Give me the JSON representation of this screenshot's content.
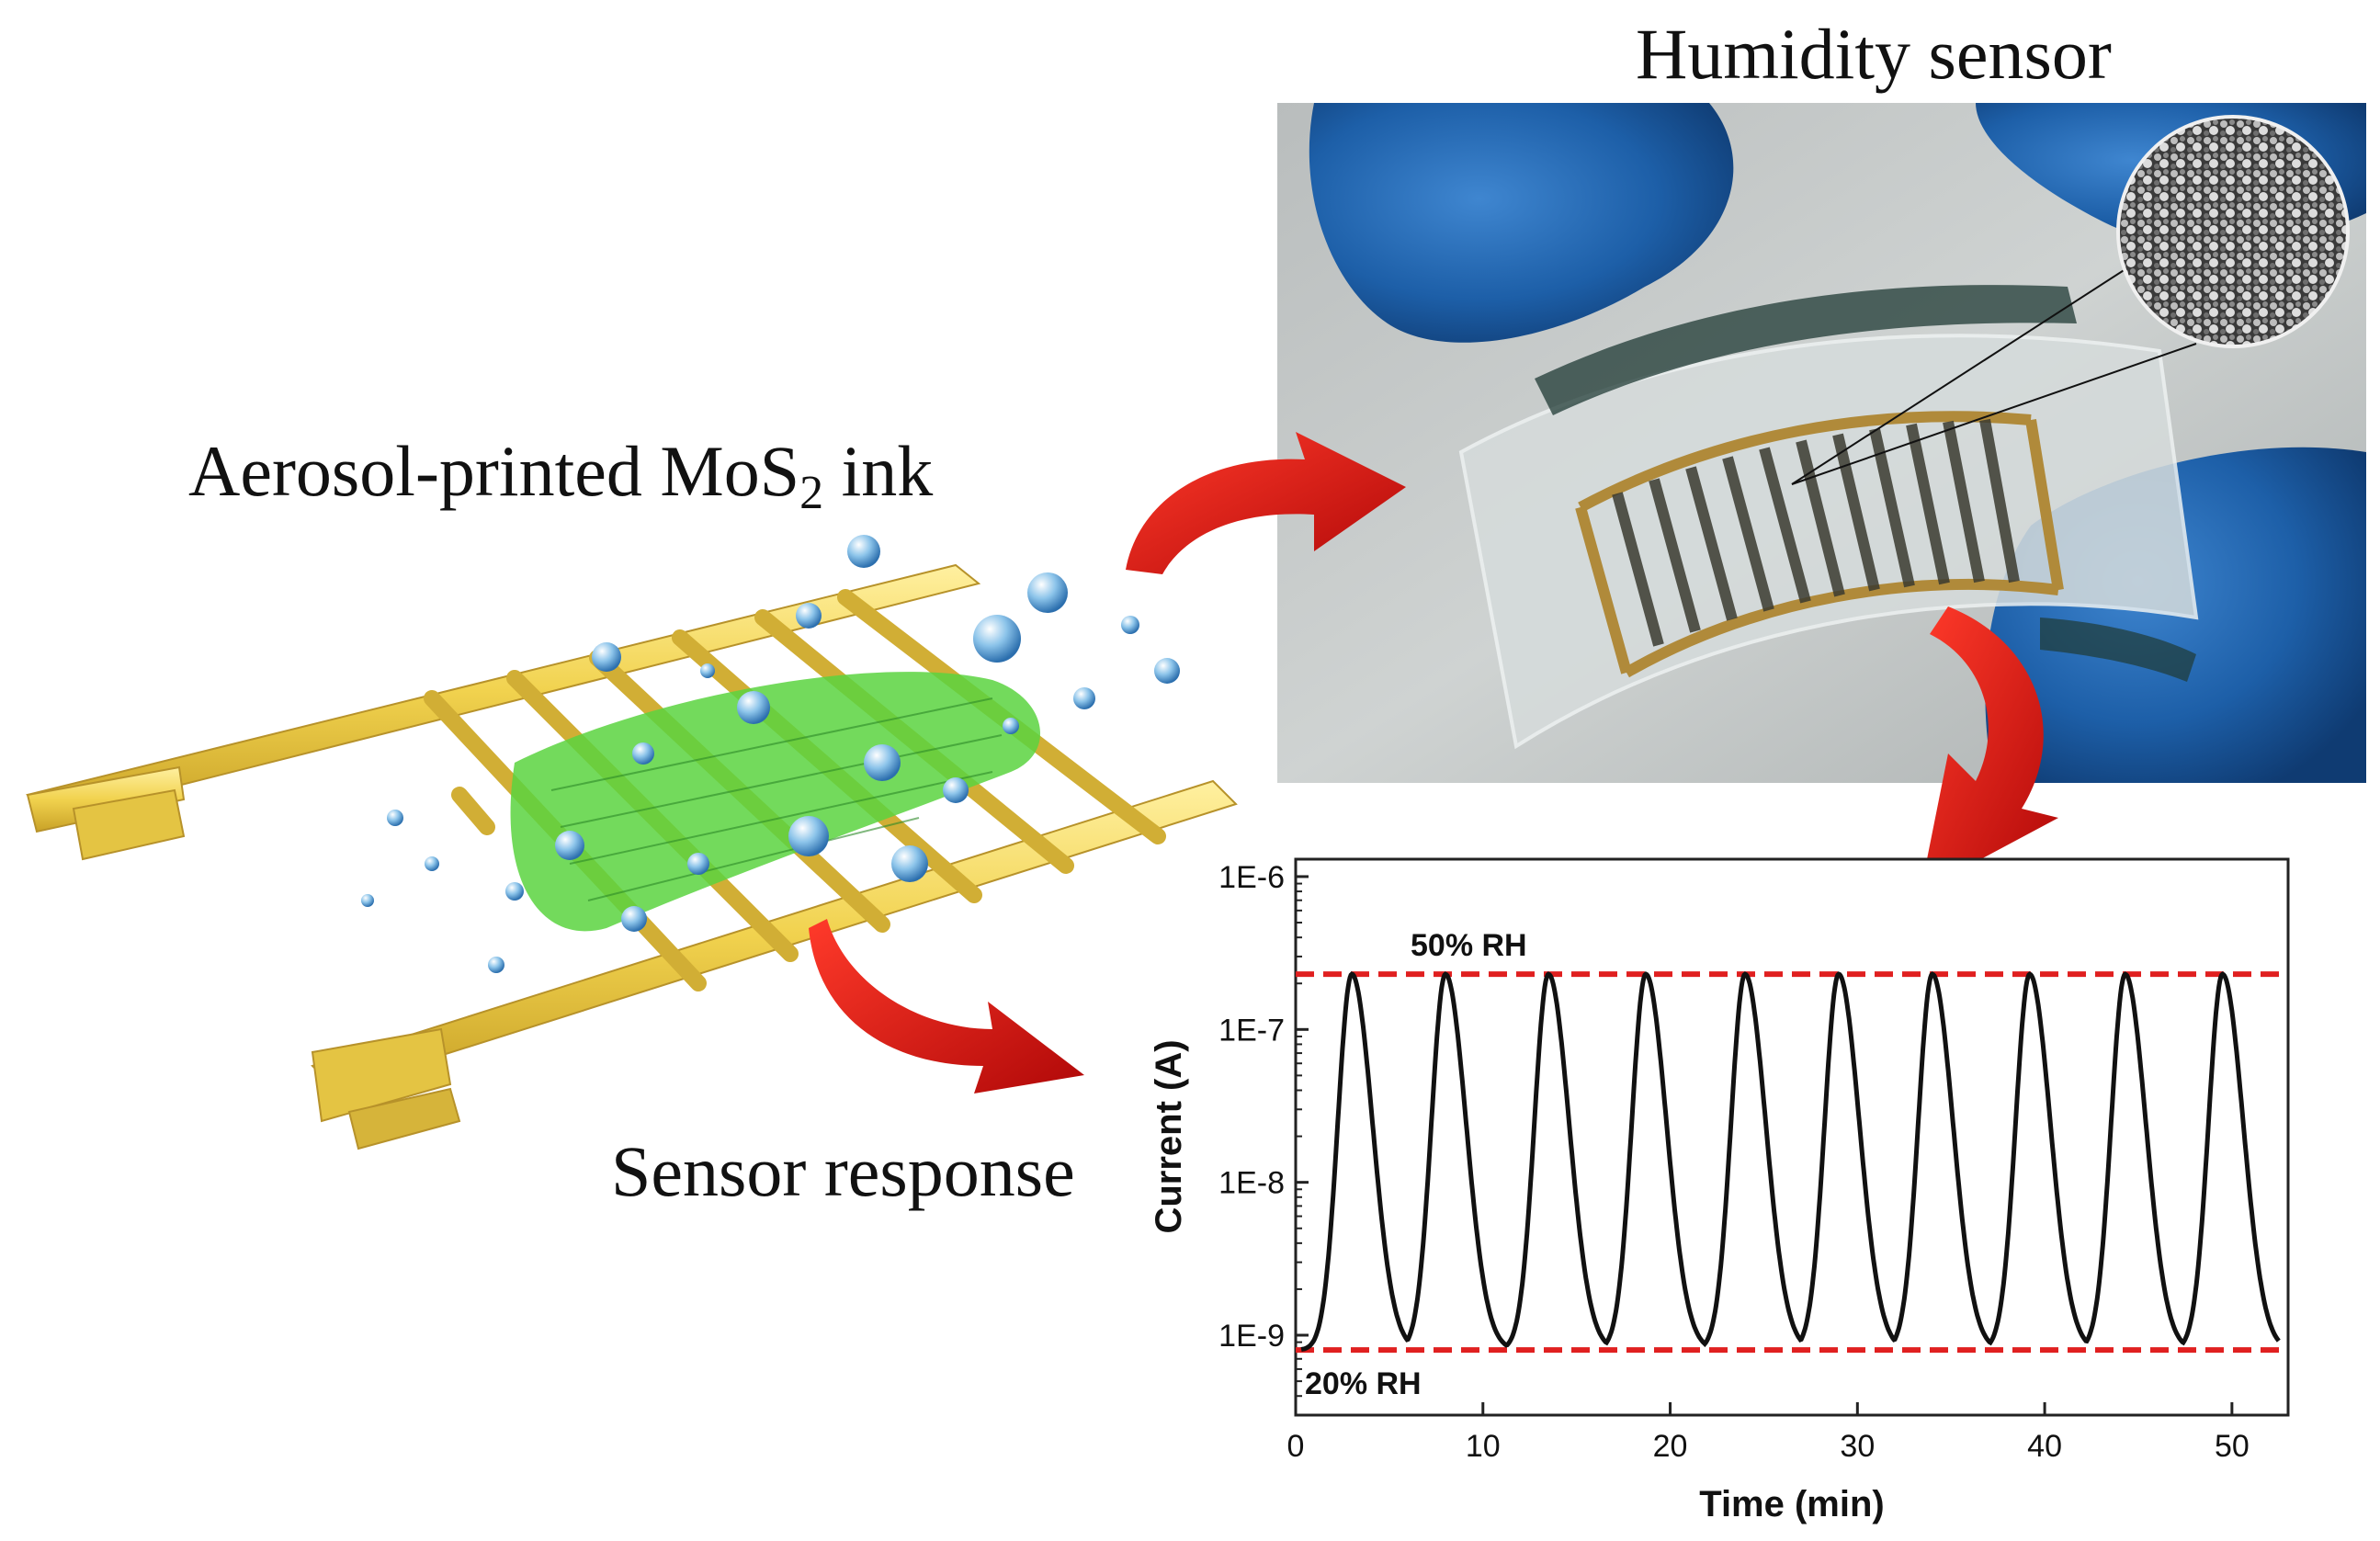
{
  "labels": {
    "humidity_sensor": "Humidity sensor",
    "ink_prefix": "Aerosol-printed MoS",
    "ink_subscript": "2",
    "ink_suffix": " ink",
    "sensor_response": "Sensor response"
  },
  "colors": {
    "gold": "#e8c83a",
    "mos2_green": "#4fd13a",
    "arrow_red": "#e01010",
    "glove_blue": "#1c5fa8",
    "reference_line": "#e02020"
  },
  "chart_data": {
    "type": "line",
    "xlabel": "Time (min)",
    "ylabel": "Current (A)",
    "xlim": [
      0,
      53
    ],
    "ylim": [
      3e-10,
      1.3e-06
    ],
    "yscale": "log",
    "x_ticks": [
      "0",
      "10",
      "20",
      "30",
      "40",
      "50"
    ],
    "y_ticks": [
      "1E-6",
      "1E-7",
      "1E-8",
      "1E-9"
    ],
    "baseline": 8e-10,
    "peak": 2.3e-07,
    "peak_times": [
      3,
      8,
      13.5,
      18.7,
      24,
      29,
      34,
      39.2,
      44.3,
      49.5
    ],
    "reference_lines": [
      {
        "label": "50% RH",
        "value": 2.3e-07
      },
      {
        "label": "20% RH",
        "value": 8e-10
      }
    ],
    "grid": false
  }
}
